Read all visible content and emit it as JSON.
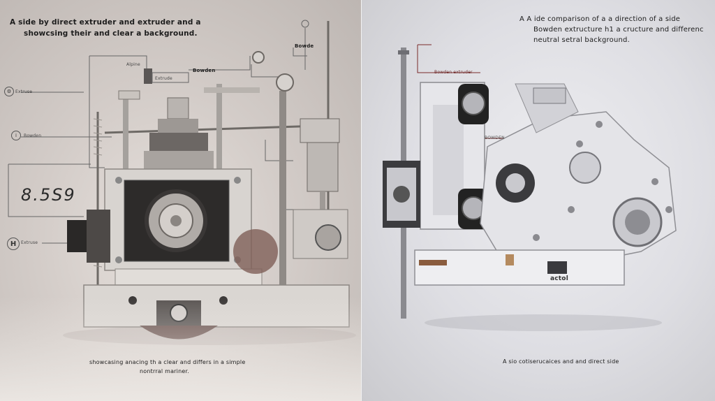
{
  "left": {
    "title_line1": "A side by direct extruder and extruder and a",
    "title_line2": "showcsing their and clear a background.",
    "caption_line1": "showcasing anacing th a clear and differs in a simple",
    "caption_line2": "nontrral mariner.",
    "label_top_mid": "Alpine",
    "label_box": "Extrude",
    "label_bowden": "Bowden",
    "label_bowden_top": "Bowde",
    "side_labels": [
      "Extruse",
      "Bowden",
      "Extruse"
    ],
    "readout": "8.5S9",
    "side_letter": "H"
  },
  "right": {
    "title_line1": "A A ide comparison of a a direction of a side",
    "title_line2": "Bowden extructure h1 a cructure and differenc",
    "title_line3": "neutral setral background.",
    "caption": "A sio cotiserucaices and and direct side",
    "plate_label": "BOWDEN",
    "marker_label": "Bowden extruder",
    "base_label": "actol"
  }
}
